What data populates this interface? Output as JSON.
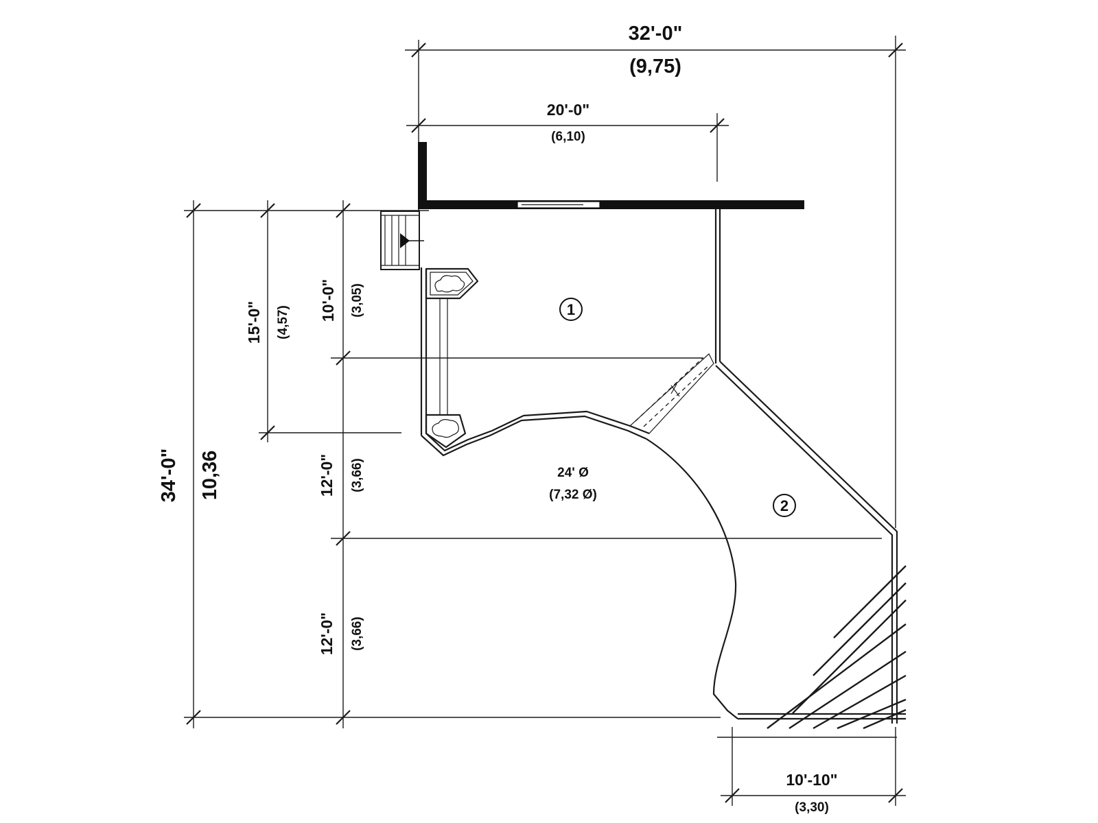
{
  "plan": {
    "dims": {
      "overall_width": "32'-0\"",
      "overall_width_metric": "(9,75)",
      "upper_width": "20'-0\"",
      "upper_width_metric": "(6,10)",
      "right_width": "10'-10\"",
      "right_width_metric": "(3,30)",
      "overall_depth": "34'-0\"",
      "overall_depth_metric": "10,36",
      "depth_15": "15'-0\"",
      "depth_15_metric": "(4,57)",
      "depth_10": "10'-0\"",
      "depth_10_metric": "(3,05)",
      "depth_12_a": "12'-0\"",
      "depth_12_a_metric": "(3,66)",
      "depth_12_b": "12'-0\"",
      "depth_12_b_metric": "(3,66)"
    },
    "curve_diameter": "24' Ø",
    "curve_diameter_metric": "(7,32  Ø)",
    "area_1": "1",
    "area_2": "2"
  }
}
